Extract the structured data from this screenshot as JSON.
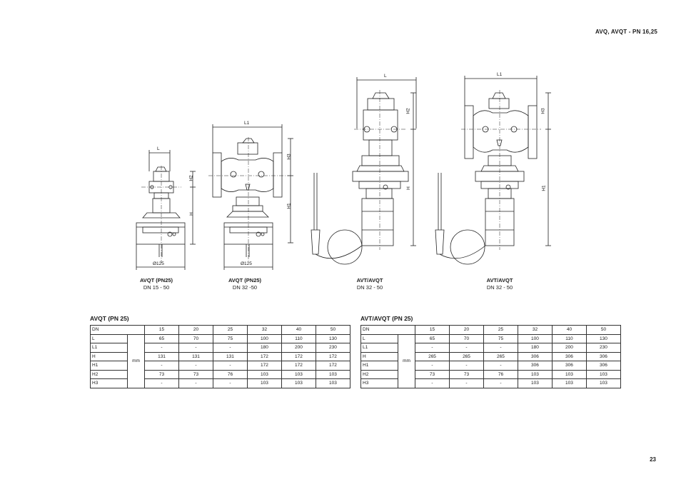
{
  "header": {
    "title": "AVQ, AVQT - PN 16,25"
  },
  "page_number": "23",
  "figures": [
    {
      "title": "AVQT (PN25)",
      "subtitle": "DN 15 - 50",
      "dims": {
        "top": "L",
        "h_upper": "H2",
        "h_lower": "H",
        "base": "Ø125"
      }
    },
    {
      "title": "AVQT (PN25)",
      "subtitle": "DN 32 -50",
      "dims": {
        "top": "L1",
        "h_upper": "H3",
        "h_lower": "H1",
        "base": "Ø125"
      }
    },
    {
      "title": "AVT/AVQT",
      "subtitle": "DN 32 - 50",
      "dims": {
        "top": "L",
        "h_upper": "H2",
        "h_lower": "H"
      }
    },
    {
      "title": "AVT/AVQT",
      "subtitle": "DN 32 - 50",
      "dims": {
        "top": "L1",
        "h_upper": "H3",
        "h_lower": "H1"
      }
    }
  ],
  "tables": [
    {
      "title": "AVQT (PN 25)",
      "header_label": "DN",
      "dn": [
        "15",
        "20",
        "25",
        "32",
        "40",
        "50"
      ],
      "unit": "mm",
      "rows": [
        {
          "label": "L",
          "values": [
            "65",
            "70",
            "75",
            "100",
            "110",
            "130"
          ]
        },
        {
          "label": "L1",
          "values": [
            "-",
            "-",
            "-",
            "180",
            "200",
            "230"
          ]
        },
        {
          "label": "H",
          "values": [
            "131",
            "131",
            "131",
            "172",
            "172",
            "172"
          ]
        },
        {
          "label": "H1",
          "values": [
            "-",
            "-",
            "-",
            "172",
            "172",
            "172"
          ]
        },
        {
          "label": "H2",
          "values": [
            "73",
            "73",
            "76",
            "103",
            "103",
            "103"
          ]
        },
        {
          "label": "H3",
          "values": [
            "-",
            "-",
            "-",
            "103",
            "103",
            "103"
          ]
        }
      ]
    },
    {
      "title": "AVT/AVQT (PN 25)",
      "header_label": "DN",
      "dn": [
        "15",
        "20",
        "25",
        "32",
        "40",
        "50"
      ],
      "unit": "mm",
      "rows": [
        {
          "label": "L",
          "values": [
            "65",
            "70",
            "75",
            "100",
            "110",
            "130"
          ]
        },
        {
          "label": "L1",
          "values": [
            "-",
            "-",
            "-",
            "180",
            "200",
            "230"
          ]
        },
        {
          "label": "H",
          "values": [
            "265",
            "265",
            "265",
            "306",
            "306",
            "306"
          ]
        },
        {
          "label": "H1",
          "values": [
            "-",
            "-",
            "-",
            "306",
            "306",
            "306"
          ]
        },
        {
          "label": "H2",
          "values": [
            "73",
            "73",
            "76",
            "103",
            "103",
            "103"
          ]
        },
        {
          "label": "H3",
          "values": [
            "-",
            "-",
            "-",
            "103",
            "103",
            "103"
          ]
        }
      ]
    }
  ]
}
